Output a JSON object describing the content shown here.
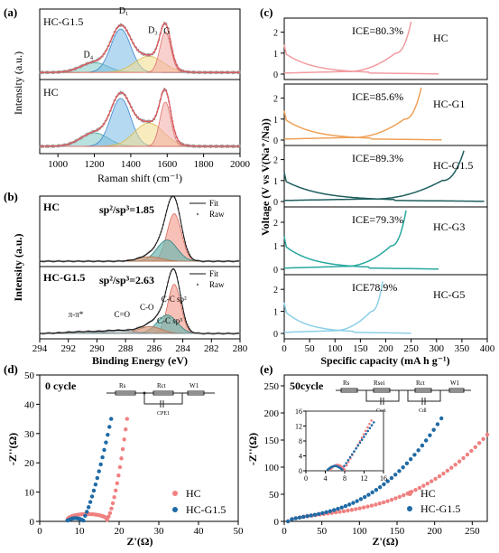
{
  "chart_data": [
    {
      "panel": "(a)",
      "type": "line",
      "xlabel": "Raman shift (cm⁻¹)",
      "ylabel": "Intensity (a.u.)",
      "xlim": [
        900,
        2000
      ],
      "xticks": [
        1000,
        1200,
        1400,
        1600,
        1800,
        2000
      ],
      "subplots": [
        {
          "label": "HC-G1.5",
          "peaks": [
            {
              "name": "D₄",
              "center": 1200,
              "amp": 0.17,
              "width": 75
            },
            {
              "name": "D₁",
              "center": 1345,
              "amp": 0.75,
              "width": 55
            },
            {
              "name": "D₃",
              "center": 1500,
              "amp": 0.28,
              "width": 80
            },
            {
              "name": "G",
              "center": 1590,
              "amp": 0.7,
              "width": 30
            }
          ]
        },
        {
          "label": "HC",
          "peaks": [
            {
              "name": "D4",
              "center": 1200,
              "amp": 0.22,
              "width": 75
            },
            {
              "name": "D1",
              "center": 1345,
              "amp": 0.78,
              "width": 55
            },
            {
              "name": "D3",
              "center": 1500,
              "amp": 0.38,
              "width": 80
            },
            {
              "name": "G",
              "center": 1590,
              "amp": 0.72,
              "width": 30
            }
          ]
        }
      ]
    },
    {
      "panel": "(b)",
      "type": "line",
      "xlabel": "Binding Energy (eV)",
      "ylabel": "Intensity (a.u.)",
      "xlim": [
        294,
        280
      ],
      "xticks": [
        294,
        292,
        290,
        288,
        286,
        284,
        282,
        280
      ],
      "legend": [
        "Fit",
        "Raw"
      ],
      "subplots": [
        {
          "label": "HC",
          "ratio": "sp²/sp³=1.85",
          "peaks": [
            {
              "name": "sp2",
              "center": 284.6,
              "amp": 0.85,
              "width": 0.5
            },
            {
              "name": "sp3",
              "center": 285.1,
              "amp": 0.38,
              "width": 0.7
            },
            {
              "name": "C-O",
              "center": 286.3,
              "amp": 0.08,
              "width": 0.8
            }
          ]
        },
        {
          "label": "HC-G1.5",
          "ratio": "sp²/sp³=2.63",
          "annotations": [
            "π-π*",
            "C=O",
            "C-O",
            "C-C sp²",
            "C-C sp³"
          ],
          "peaks": [
            {
              "name": "C-C sp2",
              "center": 284.6,
              "amp": 0.85,
              "width": 0.45
            },
            {
              "name": "C-C sp3",
              "center": 285.1,
              "amp": 0.32,
              "width": 0.7
            },
            {
              "name": "C-O",
              "center": 286.3,
              "amp": 0.12,
              "width": 0.8
            },
            {
              "name": "C=O",
              "center": 288.5,
              "amp": 0.05,
              "width": 1.0
            },
            {
              "name": "pi-pi",
              "center": 291.0,
              "amp": 0.03,
              "width": 1.2
            }
          ]
        }
      ]
    },
    {
      "panel": "(c)",
      "type": "line",
      "xlabel": "Specific capacity (mA h g⁻¹)",
      "ylabel": "Voltage (V vs V(Na⁺/Na))",
      "xlim": [
        0,
        400
      ],
      "xticks": [
        0,
        50,
        100,
        150,
        200,
        250,
        300,
        350,
        400
      ],
      "subplots": [
        {
          "label": "HC",
          "ice": "ICE=80.3%",
          "color": "#f29ca0",
          "ylim": [
            0,
            2
          ],
          "yticks": [
            0,
            1,
            2
          ],
          "capacity": 250,
          "discharge": 305
        },
        {
          "label": "HC-G1",
          "ice": "ICE=85.6%",
          "color": "#eea159",
          "ylim": [
            0,
            2
          ],
          "yticks": [
            0,
            1,
            2
          ],
          "capacity": 270,
          "discharge": 310
        },
        {
          "label": "HC-G1.5",
          "ice": "ICE=89.3%",
          "color": "#1e5f5e",
          "ylim": [
            0,
            2
          ],
          "yticks": [
            0,
            1,
            2
          ],
          "capacity": 355,
          "discharge": 395
        },
        {
          "label": "HC-G3",
          "ice": "ICE=79.3%",
          "color": "#28a89f",
          "ylim": [
            0,
            2
          ],
          "yticks": [
            0,
            1,
            2
          ],
          "capacity": 240,
          "discharge": 305
        },
        {
          "label": "HC-G5",
          "ice": "ICE78.9%",
          "color": "#8ccfe6",
          "ylim": [
            0,
            2
          ],
          "yticks": [
            0,
            1,
            2
          ],
          "capacity": 195,
          "discharge": 250
        }
      ]
    },
    {
      "panel": "(d)",
      "type": "scatter",
      "annotation": "0 cycle",
      "xlabel": "Z'(Ω)",
      "ylabel": "-Z''(Ω)",
      "xlim": [
        0,
        50
      ],
      "ylim": [
        0,
        50
      ],
      "xticks": [
        0,
        10,
        20,
        30,
        40,
        50
      ],
      "yticks": [
        0,
        10,
        20,
        30,
        40,
        50
      ],
      "circuit": [
        "Rs",
        "Rct",
        "W1",
        "CPE1"
      ],
      "series": [
        {
          "name": "HC",
          "color": "#f08080"
        },
        {
          "name": "HC-G1.5",
          "color": "#1f6aa5"
        }
      ]
    },
    {
      "panel": "(e)",
      "type": "scatter",
      "annotation": "50cycle",
      "xlabel": "Z'(Ω)",
      "ylabel": "-Z''(Ω)",
      "xlim": [
        0,
        270
      ],
      "ylim": [
        0,
        270
      ],
      "xticks": [
        0,
        50,
        100,
        150,
        200,
        250
      ],
      "yticks": [
        0,
        50,
        100,
        150,
        200,
        250
      ],
      "circuit": [
        "Rs",
        "Rsei",
        "Csei",
        "Rct",
        "Cdl",
        "W1"
      ],
      "inset": {
        "xlim": [
          0,
          16
        ],
        "ylim": [
          0,
          16
        ],
        "xticks": [
          0,
          4,
          8,
          12,
          16
        ],
        "yticks": [
          0,
          4,
          8,
          12,
          16
        ]
      },
      "series": [
        {
          "name": "HC",
          "color": "#f08080"
        },
        {
          "name": "HC-G1.5",
          "color": "#1f6aa5"
        }
      ]
    }
  ]
}
